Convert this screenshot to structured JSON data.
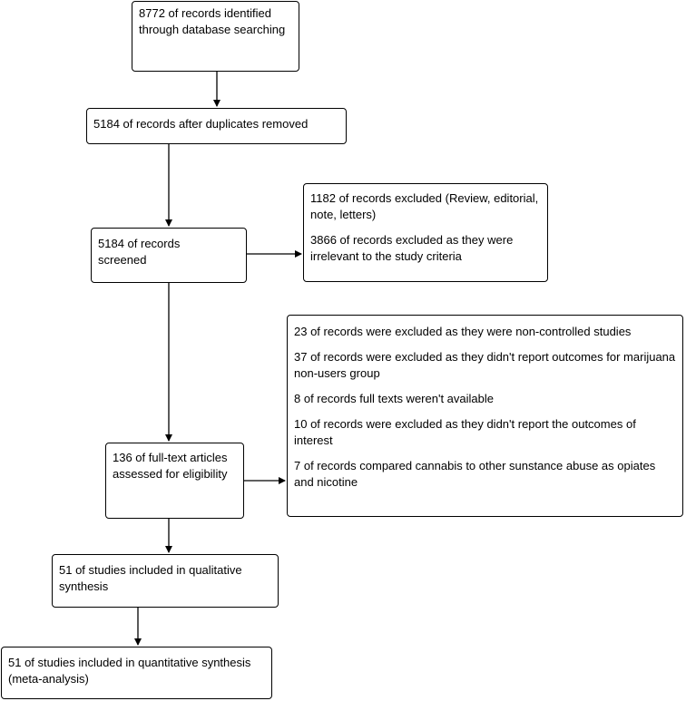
{
  "boxes": {
    "identified": "8772 of records identified through database searching",
    "duplicates_removed": "5184 of records after duplicates removed",
    "screened": "5184 of records screened",
    "excluded_screening": [
      "1182 of records excluded (Review, editorial, note, letters)",
      "3866 of records excluded as they were irrelevant to the study criteria"
    ],
    "eligibility": "136 of full-text articles assessed for eligibility",
    "excluded_fulltext": [
      "23 of records were excluded as they were non-controlled studies",
      "37 of records were excluded as they didn't report outcomes for marijuana non-users group",
      "8 of records full texts weren't available",
      "10 of records were excluded as they didn't report the outcomes of interest",
      "7 of records compared cannabis to other sunstance abuse as opiates and nicotine"
    ],
    "qualitative": "51 of studies included in qualitative synthesis",
    "quantitative": "51 of studies included in quantitative synthesis (meta-analysis)"
  }
}
